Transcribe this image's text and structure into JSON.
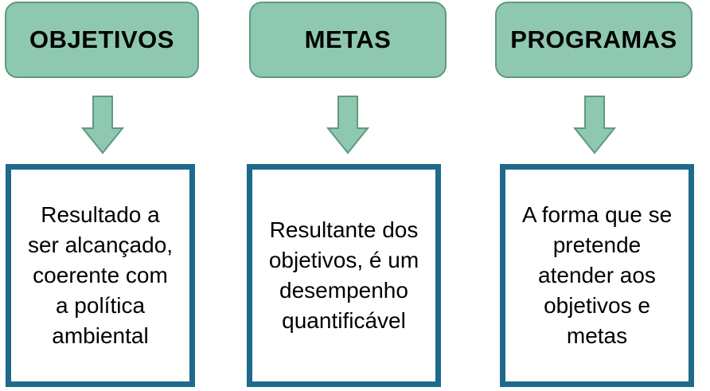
{
  "columns": [
    {
      "header": "OBJETIVOS",
      "description": "Resultado a\nser alcançado,\ncoerente com\na política\nambiental"
    },
    {
      "header": "METAS",
      "description": "Resultante dos\nobjetivos, é um\ndesempenho\nquantificável"
    },
    {
      "header": "PROGRAMAS",
      "description": "A forma que se\npretende\natender aos\nobjetivos e\nmetas"
    }
  ],
  "colors": {
    "header_fill": "#8fc8b0",
    "header_border": "#5f9a7e",
    "arrow_fill": "#8fc8b0",
    "box_border": "#1f6a8c"
  }
}
